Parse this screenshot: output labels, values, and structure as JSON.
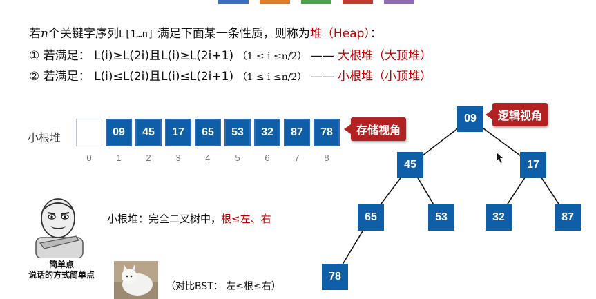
{
  "top_strip_colors": [
    "#3b6fc4",
    "#e07b2a",
    "#4a9f4a",
    "#c0392b",
    "#8e6bb3"
  ],
  "definition": {
    "line1": {
      "pre": "若",
      "var": "n",
      "mid": "个关键字序列",
      "seq": "L[1…n]",
      "post": " 满足下面某一条性质，则称为",
      "term": "堆（Heap）",
      "end": "："
    },
    "line2": {
      "num": "① 若满足：",
      "cond": "L(i)≥L(2i)且L(i)≥L(2i+1)",
      "range": "（1 ≤ i ≤n/2）",
      "dash": "——",
      "name": "大根堆（大顶堆）"
    },
    "line3": {
      "num": "② 若满足：",
      "cond": "L(i)≤L(2i)且L(i)≤L(2i+1)",
      "range": "（1 ≤ i ≤n/2）",
      "dash": "——",
      "name": "小根堆（小顶堆）"
    }
  },
  "array": {
    "label": "小根堆",
    "values": [
      "",
      "09",
      "45",
      "17",
      "65",
      "53",
      "32",
      "87",
      "78"
    ],
    "indices": [
      "0",
      "1",
      "2",
      "3",
      "4",
      "5",
      "6",
      "7",
      "8"
    ],
    "callout": "存储视角"
  },
  "tree": {
    "callout": "逻辑视角",
    "nodes": [
      "09",
      "45",
      "17",
      "65",
      "53",
      "32",
      "87",
      "78"
    ]
  },
  "note": {
    "pre": "小根堆：完全二叉树中，",
    "red": "根≤左、右"
  },
  "meme_caption": [
    "简单点",
    "说话的方式简单点"
  ],
  "bst_note": "（对比BST： 左≤根≤右）",
  "colors": {
    "node_fill": "#0f5fa8",
    "accent_red": "#c00000",
    "callout_fill": "#b22222"
  }
}
